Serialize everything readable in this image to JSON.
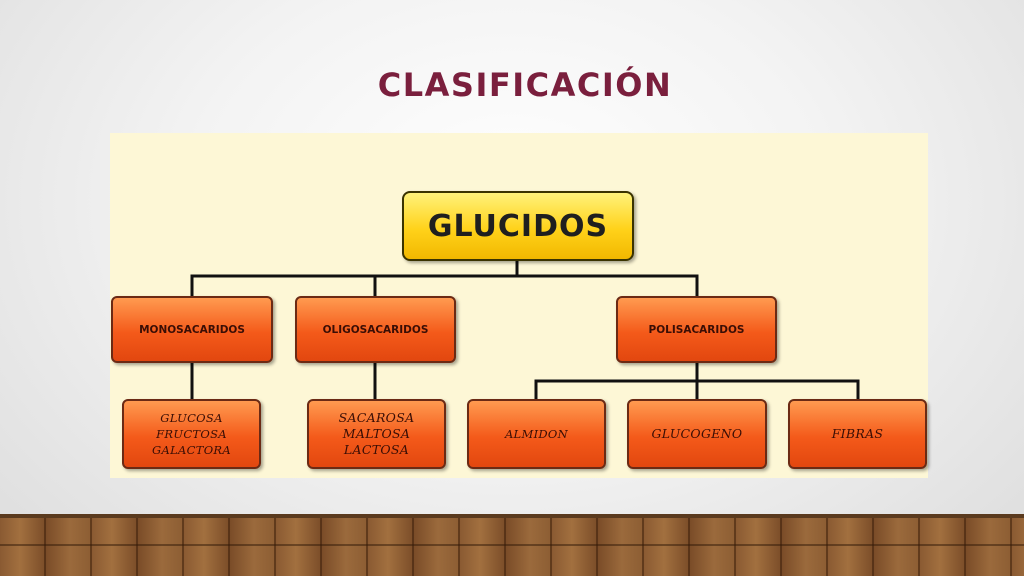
{
  "slide": {
    "title": "CLASIFICACIÓN"
  },
  "diagram": {
    "root": "GLUCIDOS",
    "categories": [
      {
        "label": "MONOSACARIDOS",
        "children": [
          "GLUCOSA\nFRUCTOSA\nGALACTORA"
        ]
      },
      {
        "label": "OLIGOSACARIDOS",
        "children": [
          "SACAROSA\nMALTOSA\nLACTOSA"
        ]
      },
      {
        "label": "POLISACARIDOS",
        "children": [
          "ALMIDON",
          "GLUCOGENO",
          "FIBRAS"
        ]
      }
    ],
    "colors": {
      "root_fill": "#ffd21a",
      "box_fill": "#f45a1a",
      "background": "#fdf7d6",
      "title": "#7a1f3d"
    }
  }
}
